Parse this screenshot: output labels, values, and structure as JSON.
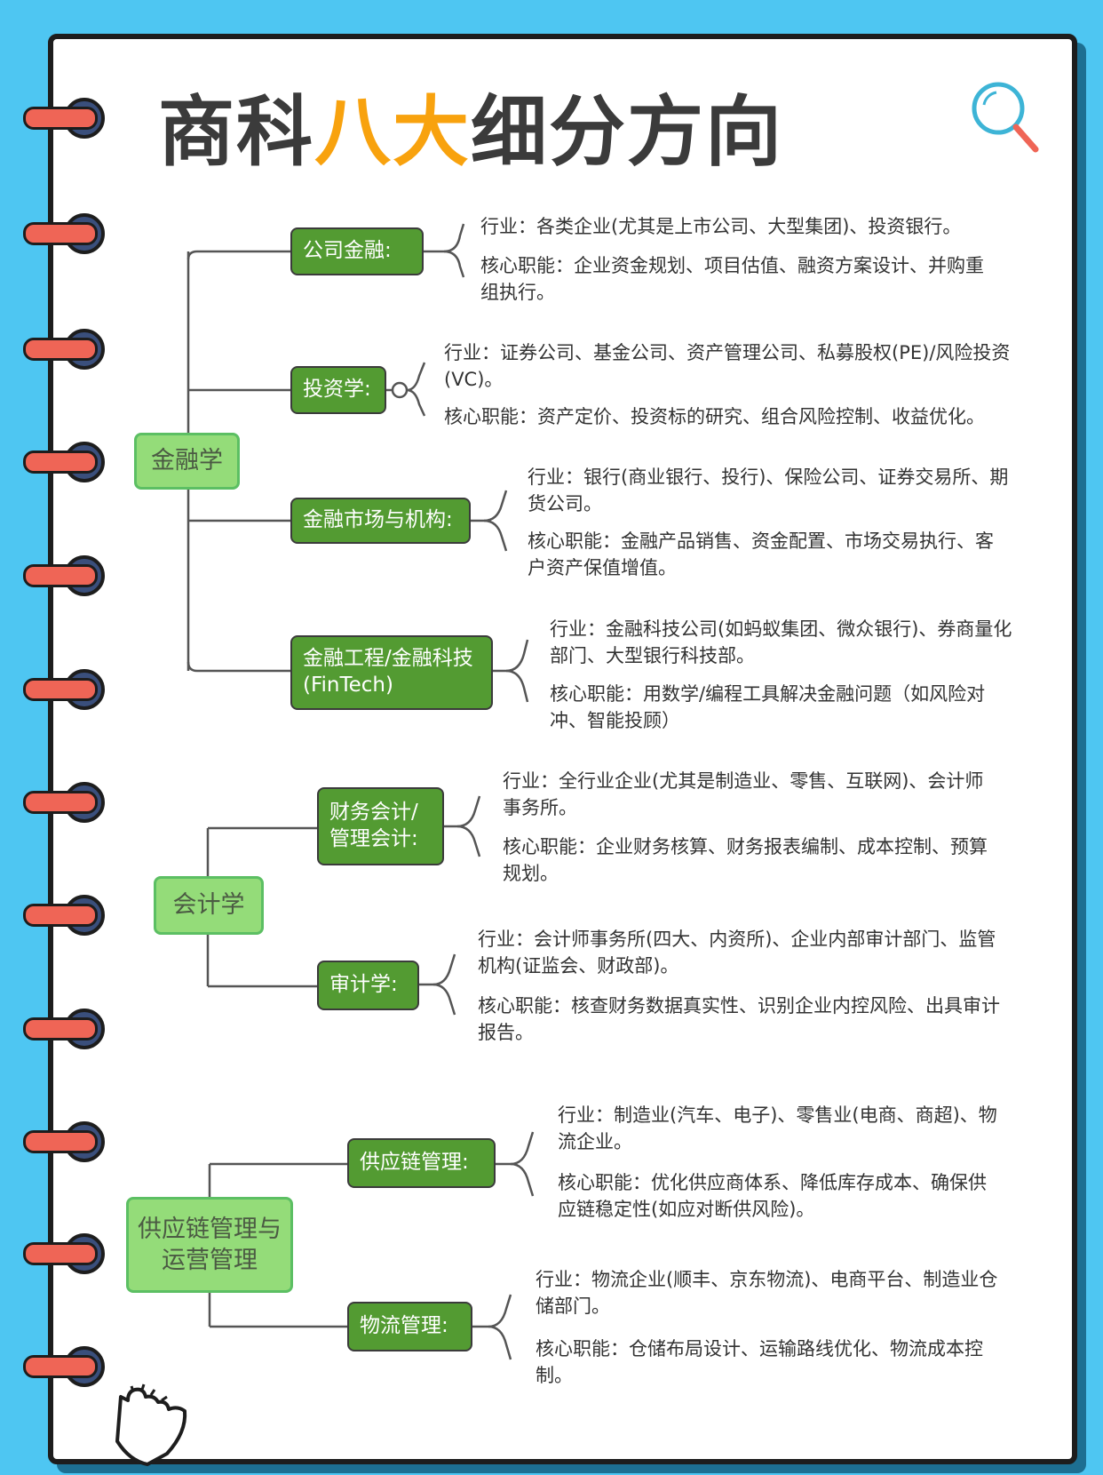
{
  "title": {
    "part1": "商科",
    "highlight": "八大",
    "part2": "细分方向"
  },
  "icons": {
    "magnifier": "magnifier-icon",
    "hand": "pointing-hand-icon"
  },
  "colors": {
    "background": "#4ec6f2",
    "title_highlight": "#f8a20e",
    "root_fill": "#94dc79",
    "branch_fill": "#539b32",
    "ring": "#ef6556"
  },
  "groups": [
    {
      "name": "金融学",
      "branches": [
        {
          "name": "公司金融:",
          "industry": "行业：各类企业(尤其是上市公司、大型集团)、投资银行。",
          "duties": "核心职能：企业资金规划、项目估值、融资方案设计、并购重组执行。"
        },
        {
          "name": "投资学:",
          "industry": "行业：证券公司、基金公司、资产管理公司、私募股权(PE)/风险投资(VC)。",
          "duties": "核心职能：资产定价、投资标的研究、组合风险控制、收益优化。"
        },
        {
          "name": "金融市场与机构:",
          "industry": "行业：银行(商业银行、投行)、保险公司、证券交易所、期货公司。",
          "duties": "核心职能：金融产品销售、资金配置、市场交易执行、客户资产保值增值。"
        },
        {
          "name": "金融工程/金融科技(FinTech)",
          "industry": "行业：金融科技公司(如蚂蚁集团、微众银行)、券商量化部门、大型银行科技部。",
          "duties": "核心职能：用数学/编程工具解决金融问题（如风险对冲、智能投顾）"
        }
      ]
    },
    {
      "name": "会计学",
      "branches": [
        {
          "name": "财务会计/管理会计:",
          "industry": "行业：全行业企业(尤其是制造业、零售、互联网)、会计师事务所。",
          "duties": "核心职能：企业财务核算、财务报表编制、成本控制、预算规划。"
        },
        {
          "name": "审计学:",
          "industry": "行业：会计师事务所(四大、内资所)、企业内部审计部门、监管机构(证监会、财政部)。",
          "duties": "核心职能：核查财务数据真实性、识别企业内控风险、出具审计报告。"
        }
      ]
    },
    {
      "name": "供应链管理与运营管理",
      "branches": [
        {
          "name": "供应链管理:",
          "industry": "行业：制造业(汽车、电子)、零售业(电商、商超)、物流企业。",
          "duties": "核心职能：优化供应商体系、降低库存成本、确保供应链稳定性(如应对断供风险)。"
        },
        {
          "name": "物流管理:",
          "industry": "行业：物流企业(顺丰、京东物流)、电商平台、制造业仓储部门。",
          "duties": "核心职能：仓储布局设计、运输路线优化、物流成本控制。"
        }
      ]
    }
  ]
}
